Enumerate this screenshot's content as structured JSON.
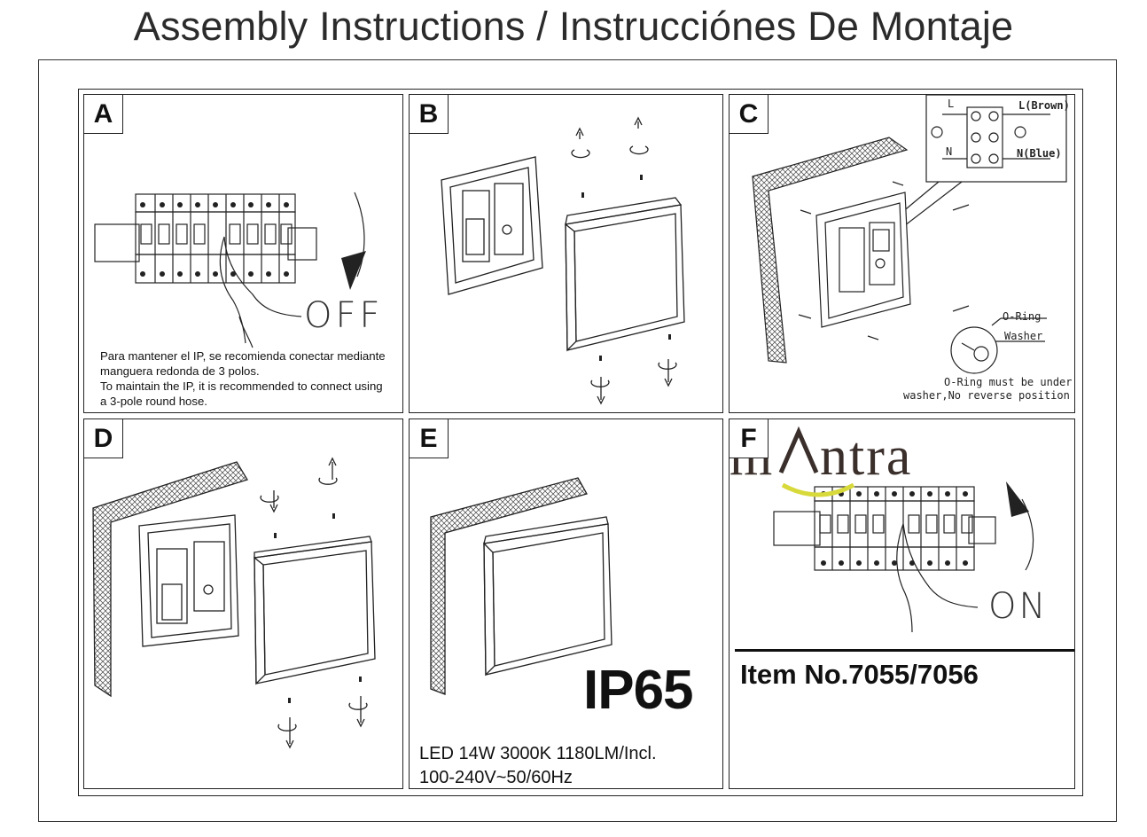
{
  "header": {
    "title": "Assembly Instructions / Instrucciónes De Montaje"
  },
  "panels": {
    "a": {
      "label": "A",
      "off_text": "OFF",
      "note_lines": [
        "Para mantener el IP, se recomienda conectar mediante",
        "manguera redonda de 3 polos.",
        "To maintain the IP, it is recommended to connect using",
        "a 3-pole round hose."
      ]
    },
    "b": {
      "label": "B"
    },
    "c": {
      "label": "C",
      "terminal": {
        "l": "L",
        "n": "N",
        "l_wire": "L(Brown)",
        "n_wire": "N(Blue)"
      },
      "oring": "O-Ring",
      "washer": "Washer",
      "warning_lines": [
        "O-Ring must be under",
        "washer,No reverse position"
      ]
    },
    "d": {
      "label": "D"
    },
    "e": {
      "label": "E",
      "rating": "IP65",
      "spec_lines": [
        "LED 14W 3000K 1180LM/Incl.",
        "100-240V~50/60Hz"
      ]
    },
    "f": {
      "label": "F",
      "on_text": "ON",
      "item_no": "Item No.7055/7056",
      "brand": "mantra",
      "brand_colors": {
        "text": "#3a2f2b",
        "accent": "#d8d93a"
      }
    }
  }
}
